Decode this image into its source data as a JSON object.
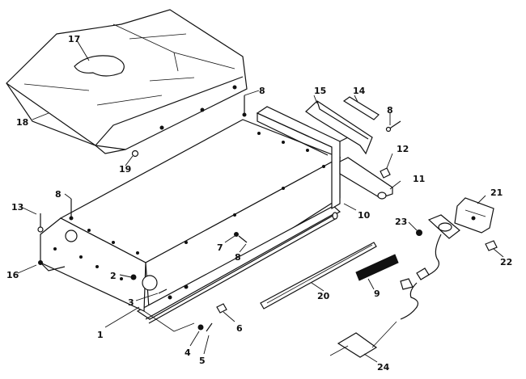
{
  "callouts": {
    "c1": "1",
    "c2": "2",
    "c3": "3",
    "c4": "4",
    "c5": "5",
    "c6": "6",
    "c7": "7",
    "c8a": "8",
    "c8b": "8",
    "c8c": "8",
    "c8d": "8",
    "c9": "9",
    "c10": "10",
    "c11": "11",
    "c12": "12",
    "c13": "13",
    "c14": "14",
    "c15": "15",
    "c16": "16",
    "c17": "17",
    "c18": "18",
    "c19": "19",
    "c20": "20",
    "c21": "21",
    "c22": "22",
    "c23": "23",
    "c24": "24"
  },
  "colors": {
    "ink": "#111111",
    "paper": "#ffffff"
  }
}
